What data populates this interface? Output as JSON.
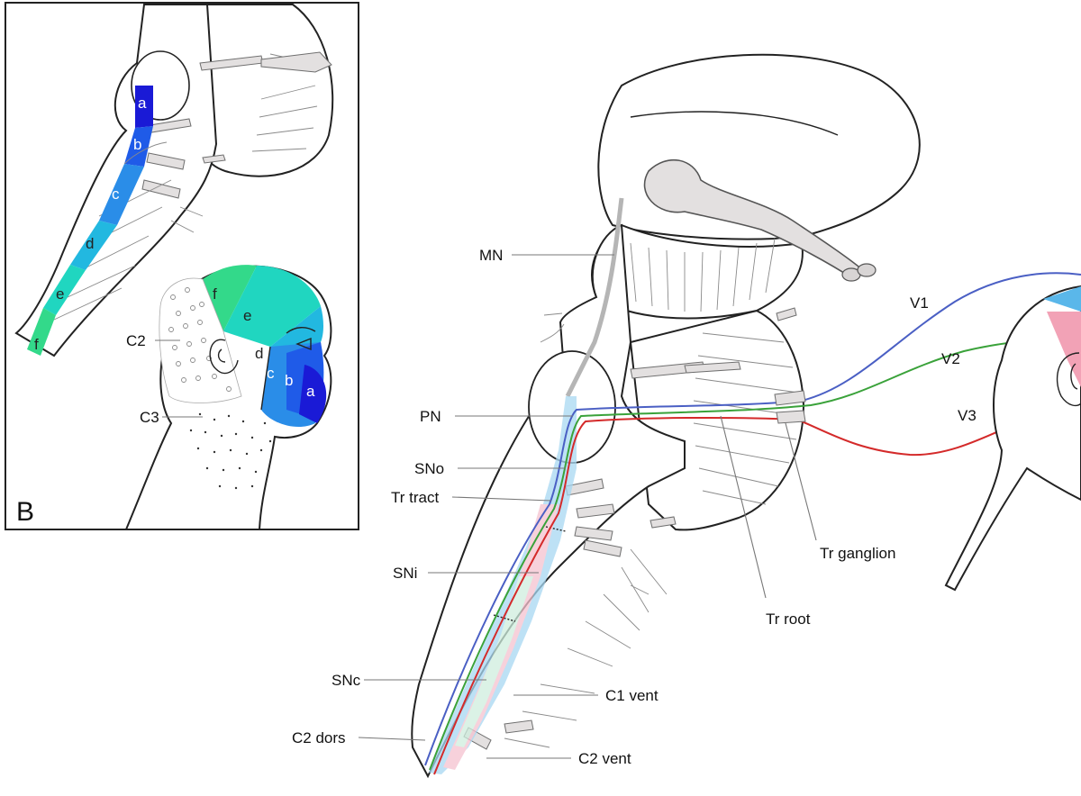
{
  "panel_label": "B",
  "inset": {
    "spinal_zones": [
      "a",
      "b",
      "c",
      "d",
      "e",
      "f"
    ],
    "face_zones": [
      "a",
      "b",
      "c",
      "d",
      "e",
      "f"
    ],
    "dermatomes": [
      "C2",
      "C3"
    ],
    "zone_colors": [
      "#1a1ad6",
      "#1f5be8",
      "#2a8de8",
      "#22b8e0",
      "#20d6c0",
      "#33d98a"
    ],
    "c2_fill": "open circles",
    "c3_fill": "dots"
  },
  "labels": {
    "mn": "MN",
    "pn": "PN",
    "sno": "SNo",
    "tr_tract": "Tr tract",
    "sni": "SNi",
    "snc": "SNc",
    "c2_dors": "C2 dors",
    "c1_vent": "C1 vent",
    "c2_vent": "C2 vent",
    "tr_ganglion": "Tr ganglion",
    "tr_root": "Tr root",
    "v1": "V1",
    "v2": "V2",
    "v3": "V3"
  },
  "nerve_colors": {
    "v1": "#4a5fc4",
    "v2": "#3aa23a",
    "v3": "#d42a2a",
    "face_v1": "#5ab7ea",
    "face_v2": "#f2a2b6"
  }
}
